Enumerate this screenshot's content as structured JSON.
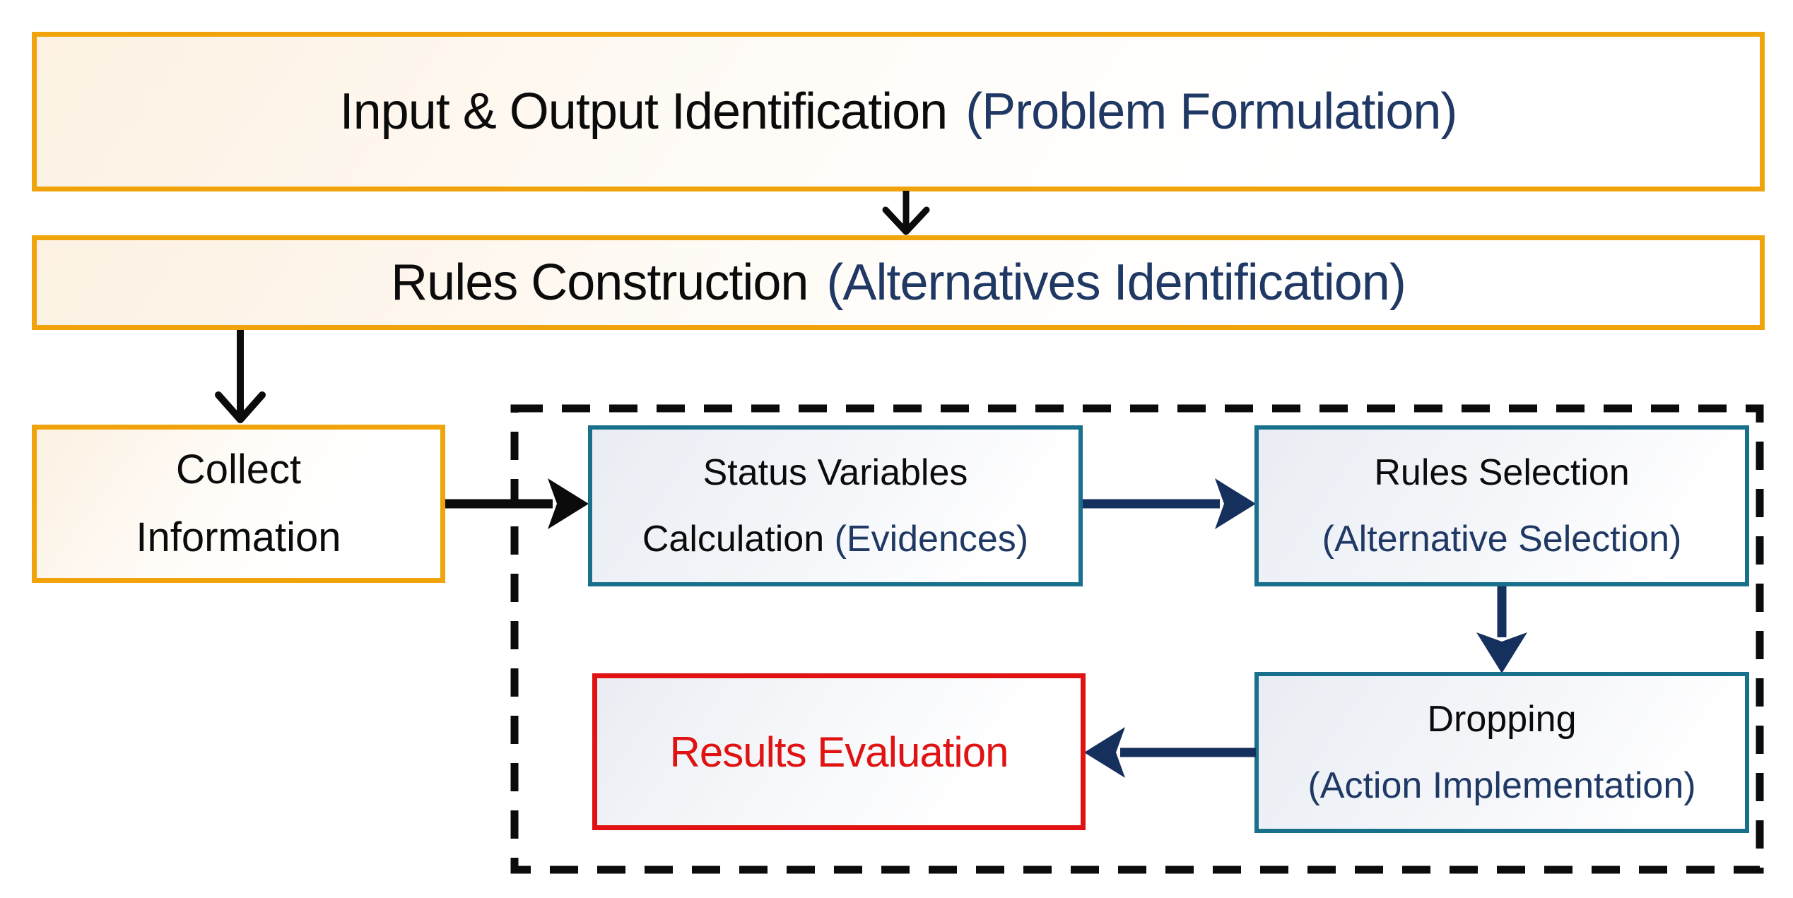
{
  "diagram": {
    "type": "flowchart",
    "boxes": {
      "input_output": {
        "main": "Input & Output Identification",
        "sub": "(Problem Formulation)"
      },
      "rules_construction": {
        "main": "Rules Construction",
        "sub": "(Alternatives Identification)"
      },
      "collect": {
        "line1": "Collect",
        "line2": "Information"
      },
      "status_variables": {
        "line1": "Status Variables",
        "line2_main": "Calculation",
        "line2_sub": "(Evidences)"
      },
      "rules_selection": {
        "line1": "Rules Selection",
        "line2": "(Alternative Selection)"
      },
      "dropping": {
        "line1": "Dropping",
        "line2": "(Action Implementation)"
      },
      "results": {
        "label": "Results Evaluation"
      }
    },
    "arrows": [
      {
        "name": "input-to-rules-construction",
        "style": "open-head",
        "color": "black",
        "direction": "down"
      },
      {
        "name": "rules-construction-to-collect",
        "style": "open-head",
        "color": "black",
        "direction": "down"
      },
      {
        "name": "collect-to-status",
        "style": "filled-head",
        "color": "black",
        "direction": "right"
      },
      {
        "name": "status-to-rules-selection",
        "style": "filled-head",
        "color": "navy",
        "direction": "right"
      },
      {
        "name": "rules-selection-to-dropping",
        "style": "filled-head",
        "color": "navy",
        "direction": "down"
      },
      {
        "name": "dropping-to-results",
        "style": "filled-head",
        "color": "navy",
        "direction": "left"
      }
    ],
    "dashed_container": {
      "present": true,
      "border_style": "dashed",
      "border_color": "#000000"
    }
  },
  "colors": {
    "orange": "#F0A30A",
    "cream": "#FCF1E2",
    "teal": "#19708C",
    "navy": "#1F3864",
    "navyarrow": "#16305E",
    "red": "#E01212",
    "ink": "#0B0B0B",
    "innerfill": "#E9EDF3"
  }
}
